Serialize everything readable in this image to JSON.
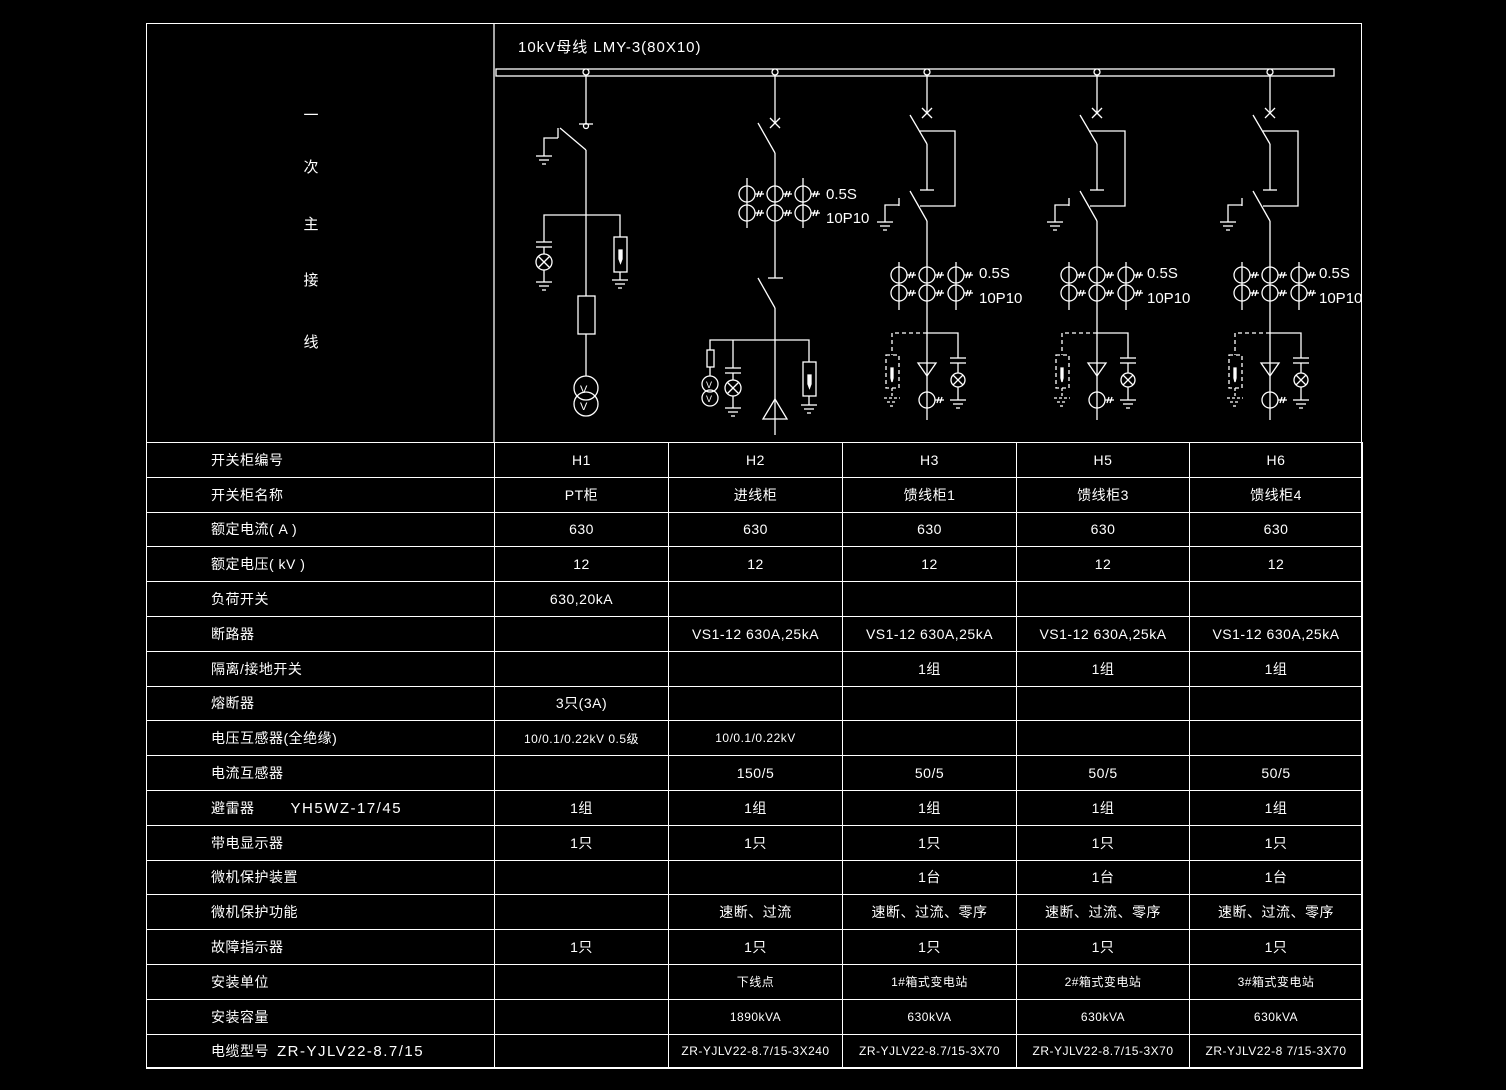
{
  "diagram": {
    "title": "10kV母线 LMY-3(80X10)",
    "section_label": [
      "一",
      "次",
      "主",
      "接",
      "线"
    ],
    "h2_ct_labels": [
      "0.5S",
      "10P10"
    ],
    "feeders": [
      {
        "ct_labels": [
          "0.5S",
          "10P10"
        ]
      },
      {
        "ct_labels": [
          "0.5S",
          "10P10"
        ]
      },
      {
        "ct_labels": [
          "0.5S",
          "10P10"
        ]
      }
    ]
  },
  "table": {
    "rows": [
      {
        "label": "开关柜编号",
        "values": [
          "H1",
          "H2",
          "H3",
          "H5",
          "H6"
        ]
      },
      {
        "label": "开关柜名称",
        "values": [
          "PT柜",
          "进线柜",
          "馈线柜1",
          "馈线柜3",
          "馈线柜4"
        ]
      },
      {
        "label": "额定电流( A )",
        "values": [
          "630",
          "630",
          "630",
          "630",
          "630"
        ]
      },
      {
        "label": "额定电压( kV )",
        "values": [
          "12",
          "12",
          "12",
          "12",
          "12"
        ]
      },
      {
        "label": "负荷开关",
        "values": [
          "630,20kA",
          "",
          "",
          "",
          ""
        ]
      },
      {
        "label": "断路器",
        "values": [
          "",
          "VS1-12 630A,25kA",
          "VS1-12 630A,25kA",
          "VS1-12 630A,25kA",
          "VS1-12 630A,25kA"
        ]
      },
      {
        "label": "隔离/接地开关",
        "values": [
          "",
          "",
          "1组",
          "1组",
          "1组"
        ]
      },
      {
        "label": "熔断器",
        "values": [
          "3只(3A)",
          "",
          "",
          "",
          ""
        ]
      },
      {
        "label": "电压互感器(全绝缘)",
        "values": [
          "10/0.1/0.22kV  0.5级",
          "10/0.1/0.22kV",
          "",
          "",
          ""
        ]
      },
      {
        "label": "电流互感器",
        "values": [
          "",
          "150/5",
          "50/5",
          "50/5",
          "50/5"
        ]
      },
      {
        "label": "避雷器",
        "model": "YH5WZ-17/45",
        "values": [
          "1组",
          "1组",
          "1组",
          "1组",
          "1组"
        ]
      },
      {
        "label": "带电显示器",
        "values": [
          "1只",
          "1只",
          "1只",
          "1只",
          "1只"
        ]
      },
      {
        "label": "微机保护装置",
        "values": [
          "",
          "",
          "1台",
          "1台",
          "1台"
        ]
      },
      {
        "label": "微机保护功能",
        "values": [
          "",
          "速断、过流",
          "速断、过流、零序",
          "速断、过流、零序",
          "速断、过流、零序"
        ]
      },
      {
        "label": "故障指示器",
        "values": [
          "1只",
          "1只",
          "1只",
          "1只",
          "1只"
        ]
      },
      {
        "label": "安装单位",
        "values": [
          "",
          "下线点",
          "1#箱式变电站",
          "2#箱式变电站",
          "3#箱式变电站"
        ]
      },
      {
        "label": "安装容量",
        "values": [
          "",
          "1890kVA",
          "630kVA",
          "630kVA",
          "630kVA"
        ]
      },
      {
        "label": "电缆型号",
        "model": "ZR-YJLV22-8.7/15",
        "values": [
          "",
          "ZR-YJLV22-8.7/15-3X240",
          "ZR-YJLV22-8.7/15-3X70",
          "ZR-YJLV22-8.7/15-3X70",
          "ZR-YJLV22-8 7/15-3X70"
        ]
      }
    ]
  }
}
